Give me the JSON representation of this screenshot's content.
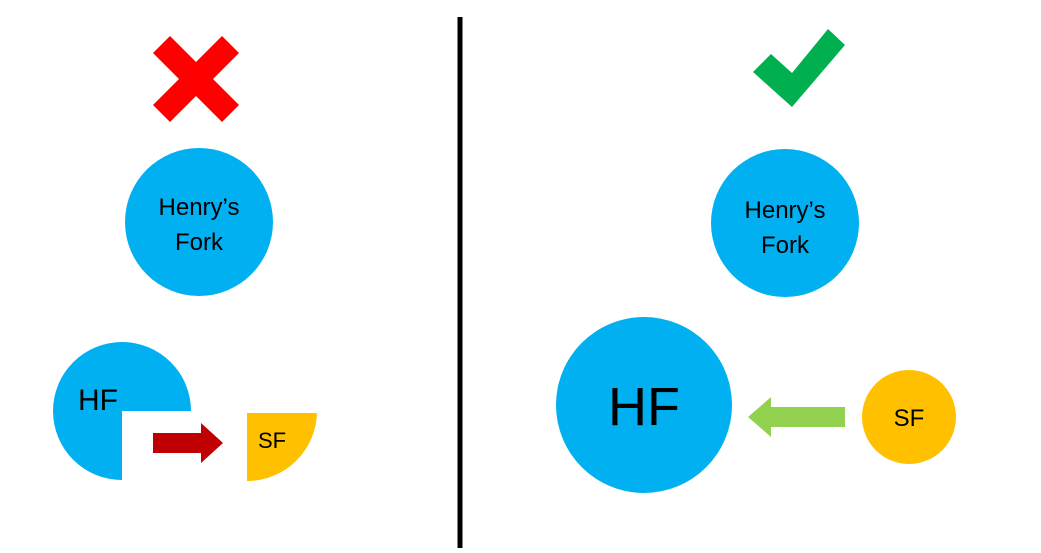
{
  "colors": {
    "background": "#FFFFFF",
    "divider": "#000000",
    "node_blue": "#00B0F0",
    "node_yellow": "#FFC000",
    "wrong_mark": "#FF0000",
    "correct_mark": "#00B050",
    "wrong_arrow": "#C00000",
    "correct_arrow": "#92D050"
  },
  "left_panel": {
    "verdict_icon": "red-x-icon",
    "top_node_line1": "Henry’s",
    "top_node_line2": "Fork",
    "main_node_label": "HF",
    "tributary_label": "SF",
    "arrow_direction": "from HF to SF"
  },
  "right_panel": {
    "verdict_icon": "green-check-icon",
    "top_node_line1": "Henry’s",
    "top_node_line2": "Fork",
    "main_node_label": "HF",
    "tributary_label": "SF",
    "arrow_direction": "from SF to HF"
  }
}
